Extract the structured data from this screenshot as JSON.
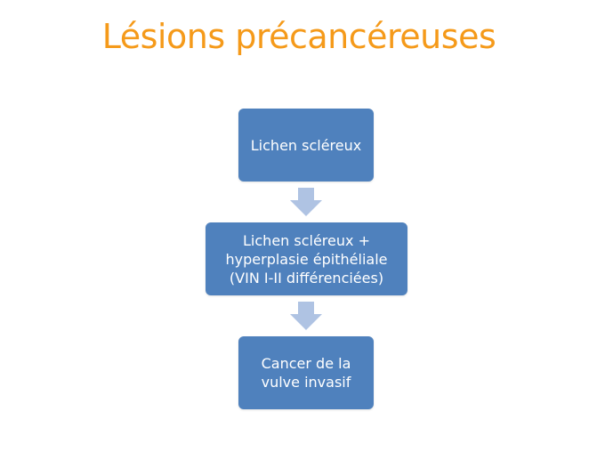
{
  "slide": {
    "title": "Lésions précancéreuses",
    "title_color": "#F59A1A"
  },
  "flow": {
    "box_color": "#4F81BD",
    "arrow_color": "#AFC3E3",
    "steps": [
      {
        "label": "Lichen scléreux"
      },
      {
        "label": "Lichen scléreux +\nhyperplasie épithéliale\n(VIN I-II différenciées)"
      },
      {
        "label": "Cancer de la\nvulve invasif"
      }
    ]
  }
}
